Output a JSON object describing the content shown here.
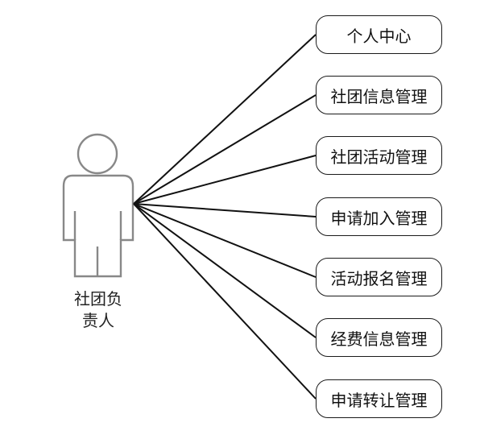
{
  "actor": {
    "name_line1": "社团负",
    "name_line2": "责人",
    "icon": "person-icon"
  },
  "use_cases": [
    {
      "label": "个人中心"
    },
    {
      "label": "社团信息管理"
    },
    {
      "label": "社团活动管理"
    },
    {
      "label": "申请加入管理"
    },
    {
      "label": "活动报名管理"
    },
    {
      "label": "经费信息管理"
    },
    {
      "label": "申请转让管理"
    }
  ],
  "colors": {
    "line": "#111111",
    "actor_stroke": "#888888",
    "box_border": "#1a1a1a"
  }
}
